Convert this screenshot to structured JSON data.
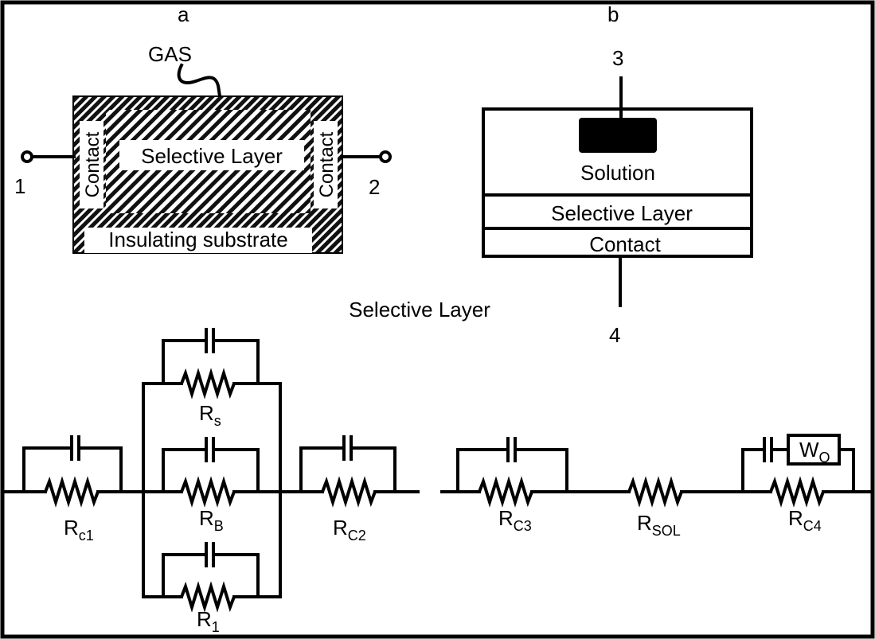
{
  "panel_a": {
    "label": "a",
    "gas": "GAS",
    "selective_layer": "Selective Layer",
    "contact_left": "Contact",
    "contact_right": "Contact",
    "substrate": "Insulating substrate",
    "terminal_1": "1",
    "terminal_2": "2"
  },
  "panel_b": {
    "label": "b",
    "terminal_3": "3",
    "terminal_4": "4",
    "solution": "Solution",
    "selective_layer": "Selective Layer",
    "contact": "Contact"
  },
  "caption": "Selective Layer",
  "circuit_a": {
    "rc1": {
      "main": "R",
      "sub": "c1"
    },
    "rs": {
      "main": "R",
      "sub": "s"
    },
    "rb": {
      "main": "R",
      "sub": "B"
    },
    "r1": {
      "main": "R",
      "sub": "1"
    },
    "rc2": {
      "main": "R",
      "sub": "C2"
    }
  },
  "circuit_b": {
    "rc3": {
      "main": "R",
      "sub": "C3"
    },
    "rsol": {
      "main": "R",
      "sub": "SOL"
    },
    "rc4": {
      "main": "R",
      "sub": "C4"
    },
    "wo": {
      "main": "W",
      "sub": "O"
    }
  }
}
